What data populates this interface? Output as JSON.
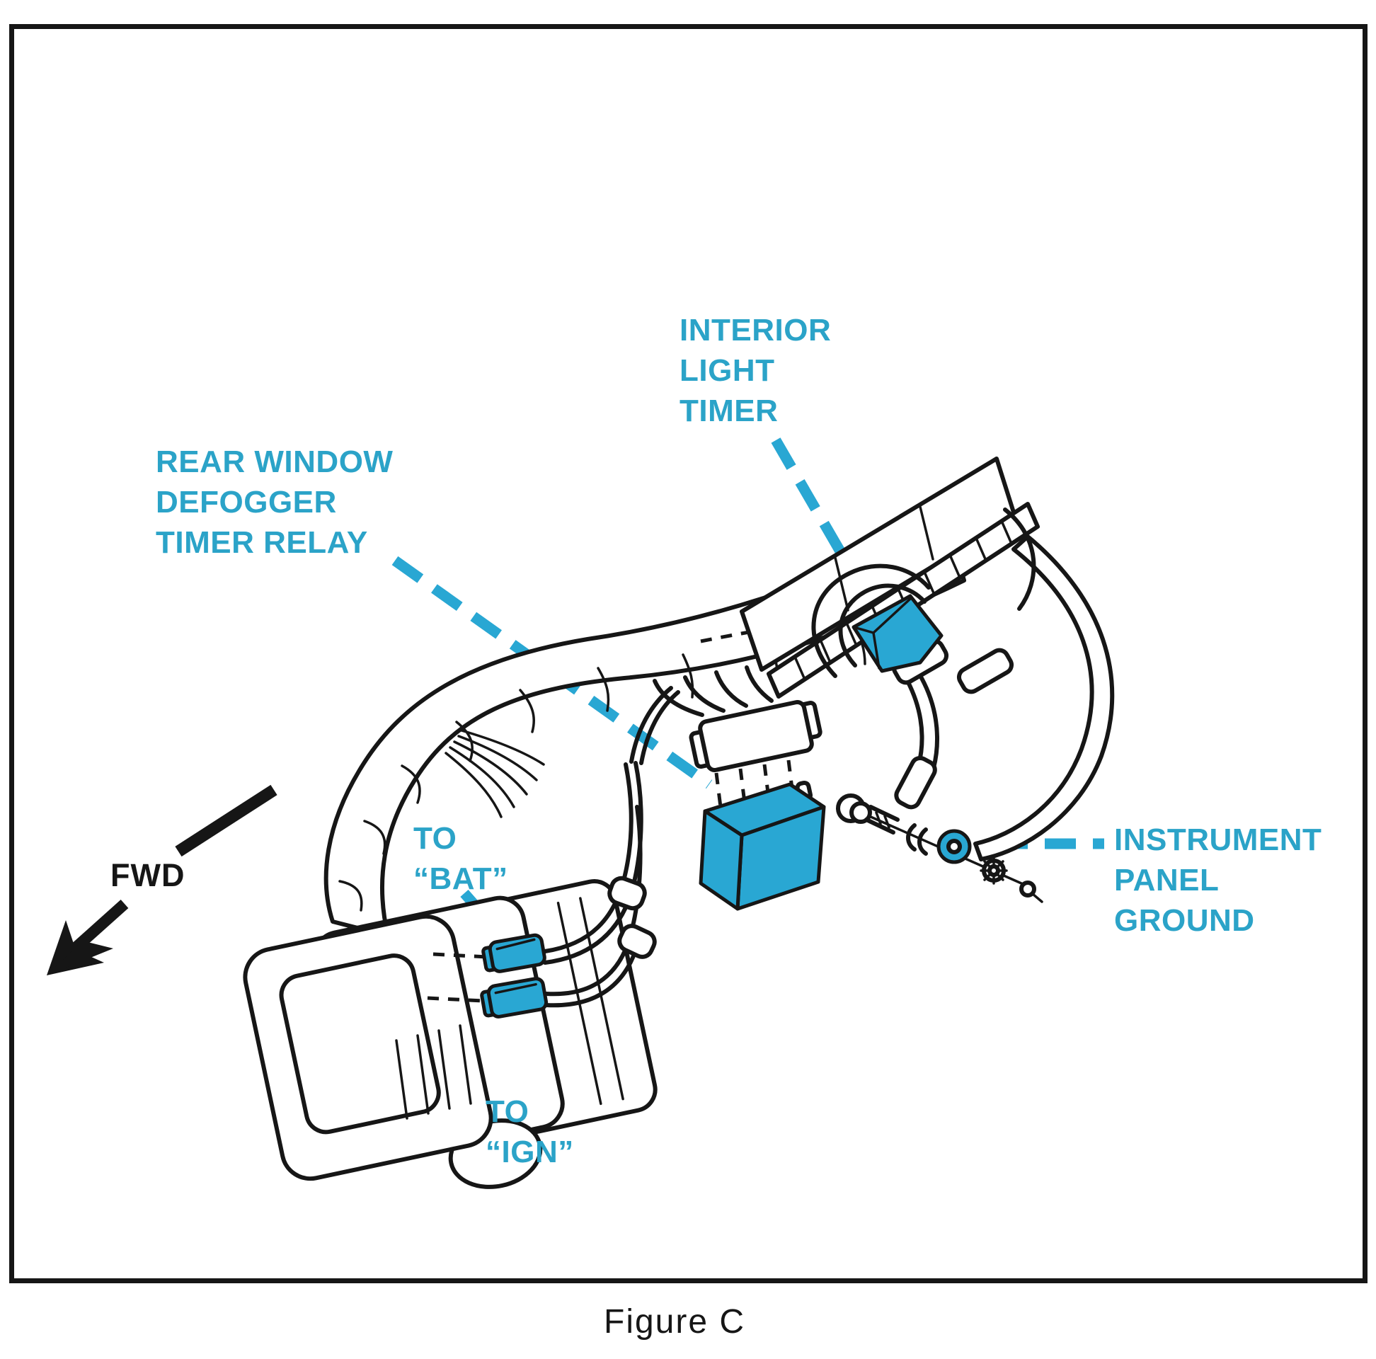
{
  "figure": {
    "caption": "Figure C"
  },
  "colors": {
    "accent_cyan": "#29a7d3",
    "text_cyan": "#2ba3c8",
    "line_black": "#161616",
    "paper": "#ffffff"
  },
  "labels": {
    "interior_light_timer": "INTERIOR\nLIGHT\nTIMER",
    "rear_window_defogger_timer_relay": "REAR WINDOW\nDEFOGGER\nTIMER RELAY",
    "to_bat": "TO\n“BAT”",
    "to_ign": "TO\n“IGN”",
    "instrument_panel_ground": "INSTRUMENT\nPANEL\nGROUND",
    "fwd": "FWD"
  }
}
